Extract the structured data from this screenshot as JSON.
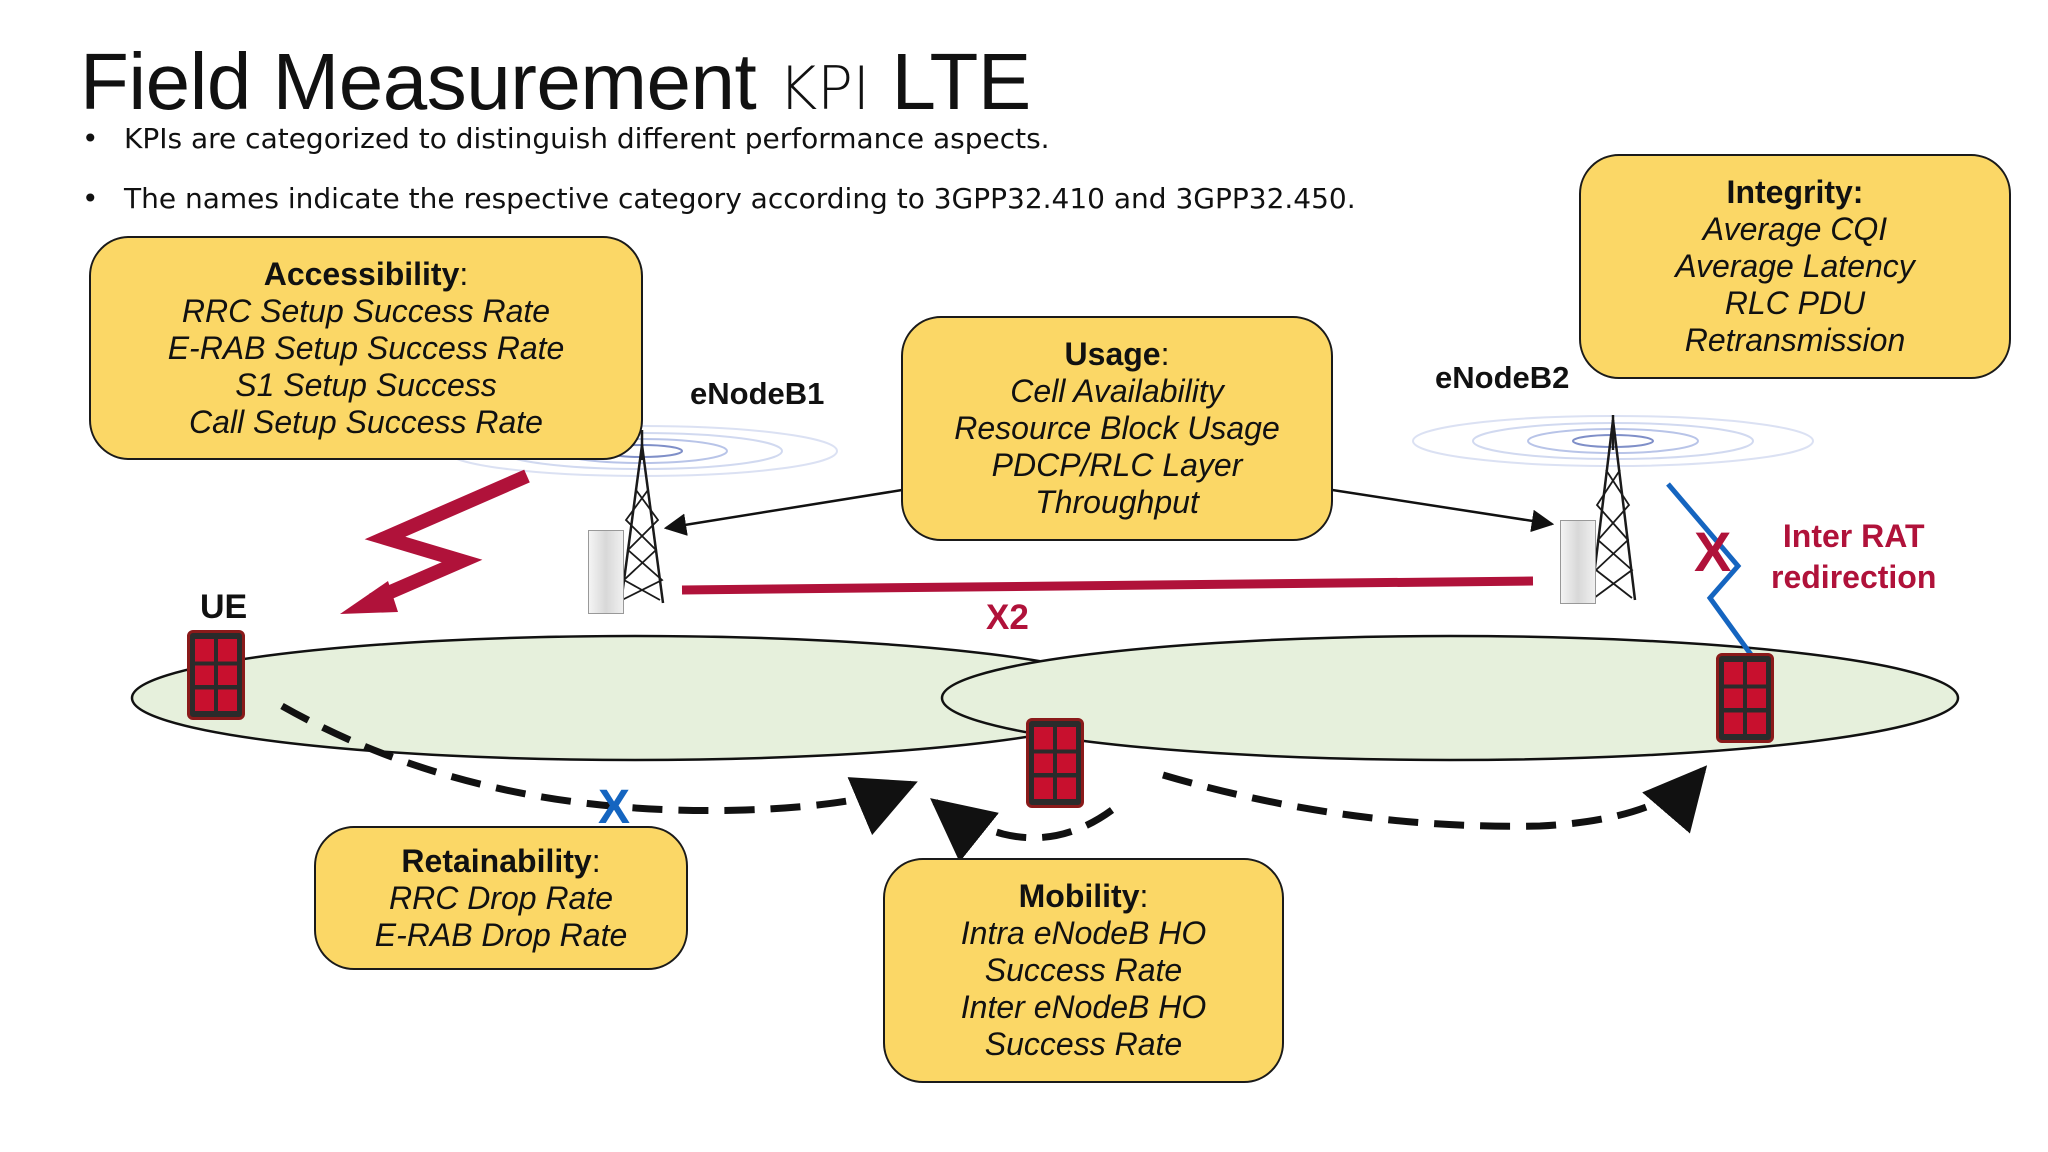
{
  "title": {
    "main": "Field Measurement",
    "kpi": "KPI",
    "tail": "LTE"
  },
  "bullets": [
    "KPIs are categorized to distinguish different performance aspects.",
    "The names indicate the respective category according to 3GPP32.410 and 3GPP32.450."
  ],
  "boxes": {
    "accessibility": {
      "head": "Accessibility",
      "items": [
        "RRC Setup Success Rate",
        "E-RAB Setup Success Rate",
        "S1 Setup Success",
        "Call Setup Success Rate"
      ]
    },
    "usage": {
      "head": "Usage",
      "items": [
        "Cell Availability",
        "Resource Block Usage",
        "PDCP/RLC Layer",
        "Throughput"
      ]
    },
    "integrity": {
      "head": "Integrity:",
      "items": [
        "Average CQI",
        "Average Latency",
        "RLC PDU",
        "Retransmission"
      ]
    },
    "retainability": {
      "head": "Retainability",
      "items": [
        "RRC Drop Rate",
        "E-RAB Drop Rate"
      ]
    },
    "mobility": {
      "head": "Mobility",
      "items": [
        "Intra eNodeB HO",
        "Success Rate",
        "Inter eNodeB HO",
        "Success Rate"
      ]
    }
  },
  "labels": {
    "enodeb1": "eNodeB1",
    "enodeb2": "eNodeB2",
    "ue": "UE",
    "x2": "X2",
    "inter_rat_1": "Inter RAT",
    "inter_rat_2": "redirection",
    "x_fail": "X",
    "x_drop": "X"
  },
  "colors": {
    "box_fill": "#fbd766",
    "link_red": "#b0123a",
    "failure_blue": "#1565c0",
    "cell_fill": "#e6f0dc"
  }
}
